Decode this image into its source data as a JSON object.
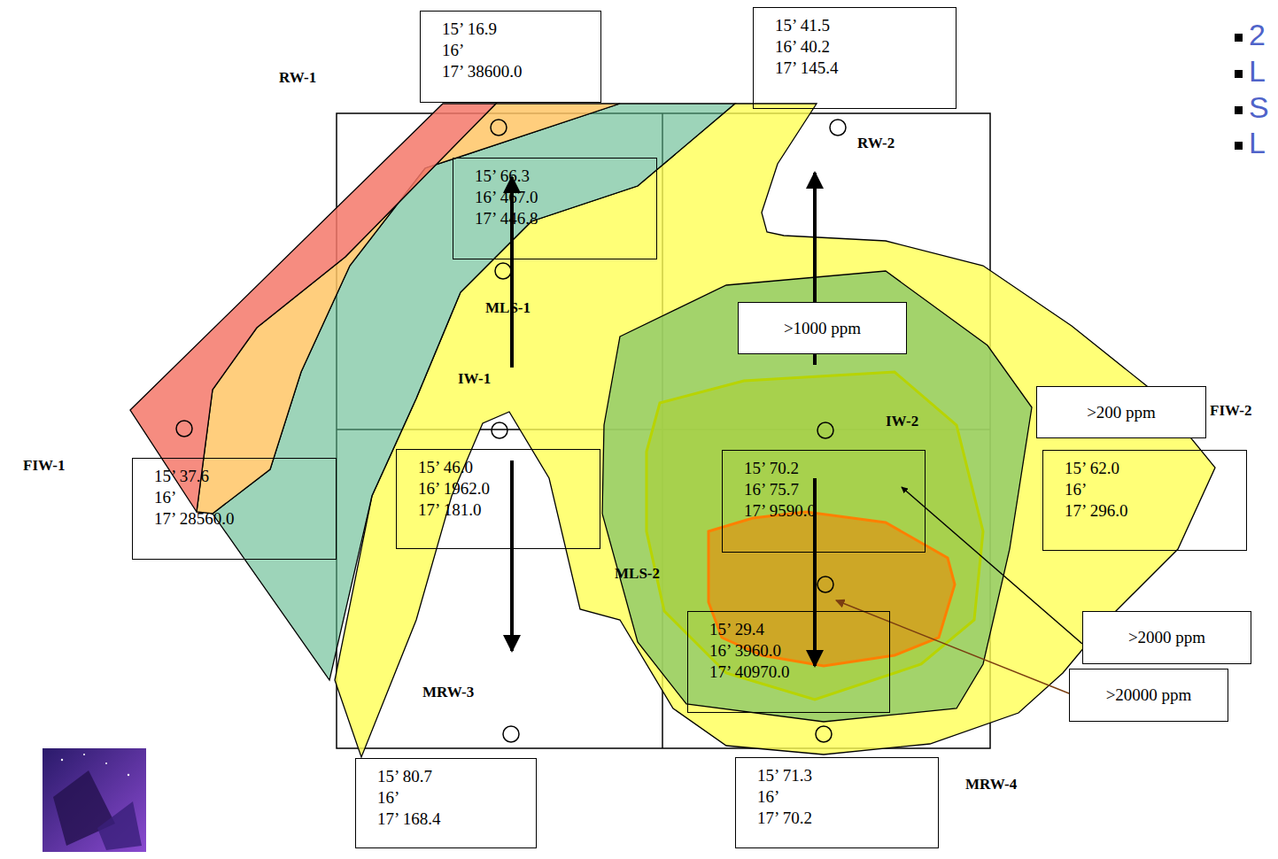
{
  "diagram": {
    "nodes": [
      {
        "text": [
          "15’ 16.9",
          "16’",
          "17’ 38600.0"
        ]
      },
      {
        "text": [
          "15’ 41.5",
          "16’ 40.2",
          "17’ 145.4"
        ]
      },
      {
        "text": [
          "15’ 66.3",
          "16’ 467.0",
          "17’ 446.8"
        ]
      },
      {
        "text": [
          ">1000 ppm"
        ]
      },
      {
        "text": [
          ">200 ppm"
        ]
      },
      {
        "text": [
          "15’ 37.6",
          "16’",
          "17’ 28560.0"
        ]
      },
      {
        "text": [
          "15’ 46.0",
          "16’ 1962.0",
          "17’ 181.0"
        ]
      },
      {
        "text": [
          "15’ 70.2",
          "16’ 75.7",
          "17’ 9590.0"
        ]
      },
      {
        "text": [
          "15’ 62.0",
          "16’",
          "17’ 296.0"
        ]
      },
      {
        "text": [
          ">2000 ppm"
        ]
      },
      {
        "text": [
          "15’ 29.4",
          "16’ 3960.0",
          "17’ 40970.0"
        ]
      },
      {
        "text": [
          ">20000 ppm"
        ]
      },
      {
        "text": [
          "15’ 80.7",
          "16’",
          "17’ 168.4"
        ]
      },
      {
        "text": [
          "15’ 71.3",
          "16’",
          "17’ 70.2"
        ]
      }
    ],
    "labels": [
      "RW-1",
      "RW-2",
      "MLS-1",
      "IW-1",
      "FIW-1",
      "IW-2",
      "FIW-2",
      "MLS-2",
      "MRW-3",
      "MRW-4",
      "2",
      "L",
      "S",
      "L"
    ]
  }
}
